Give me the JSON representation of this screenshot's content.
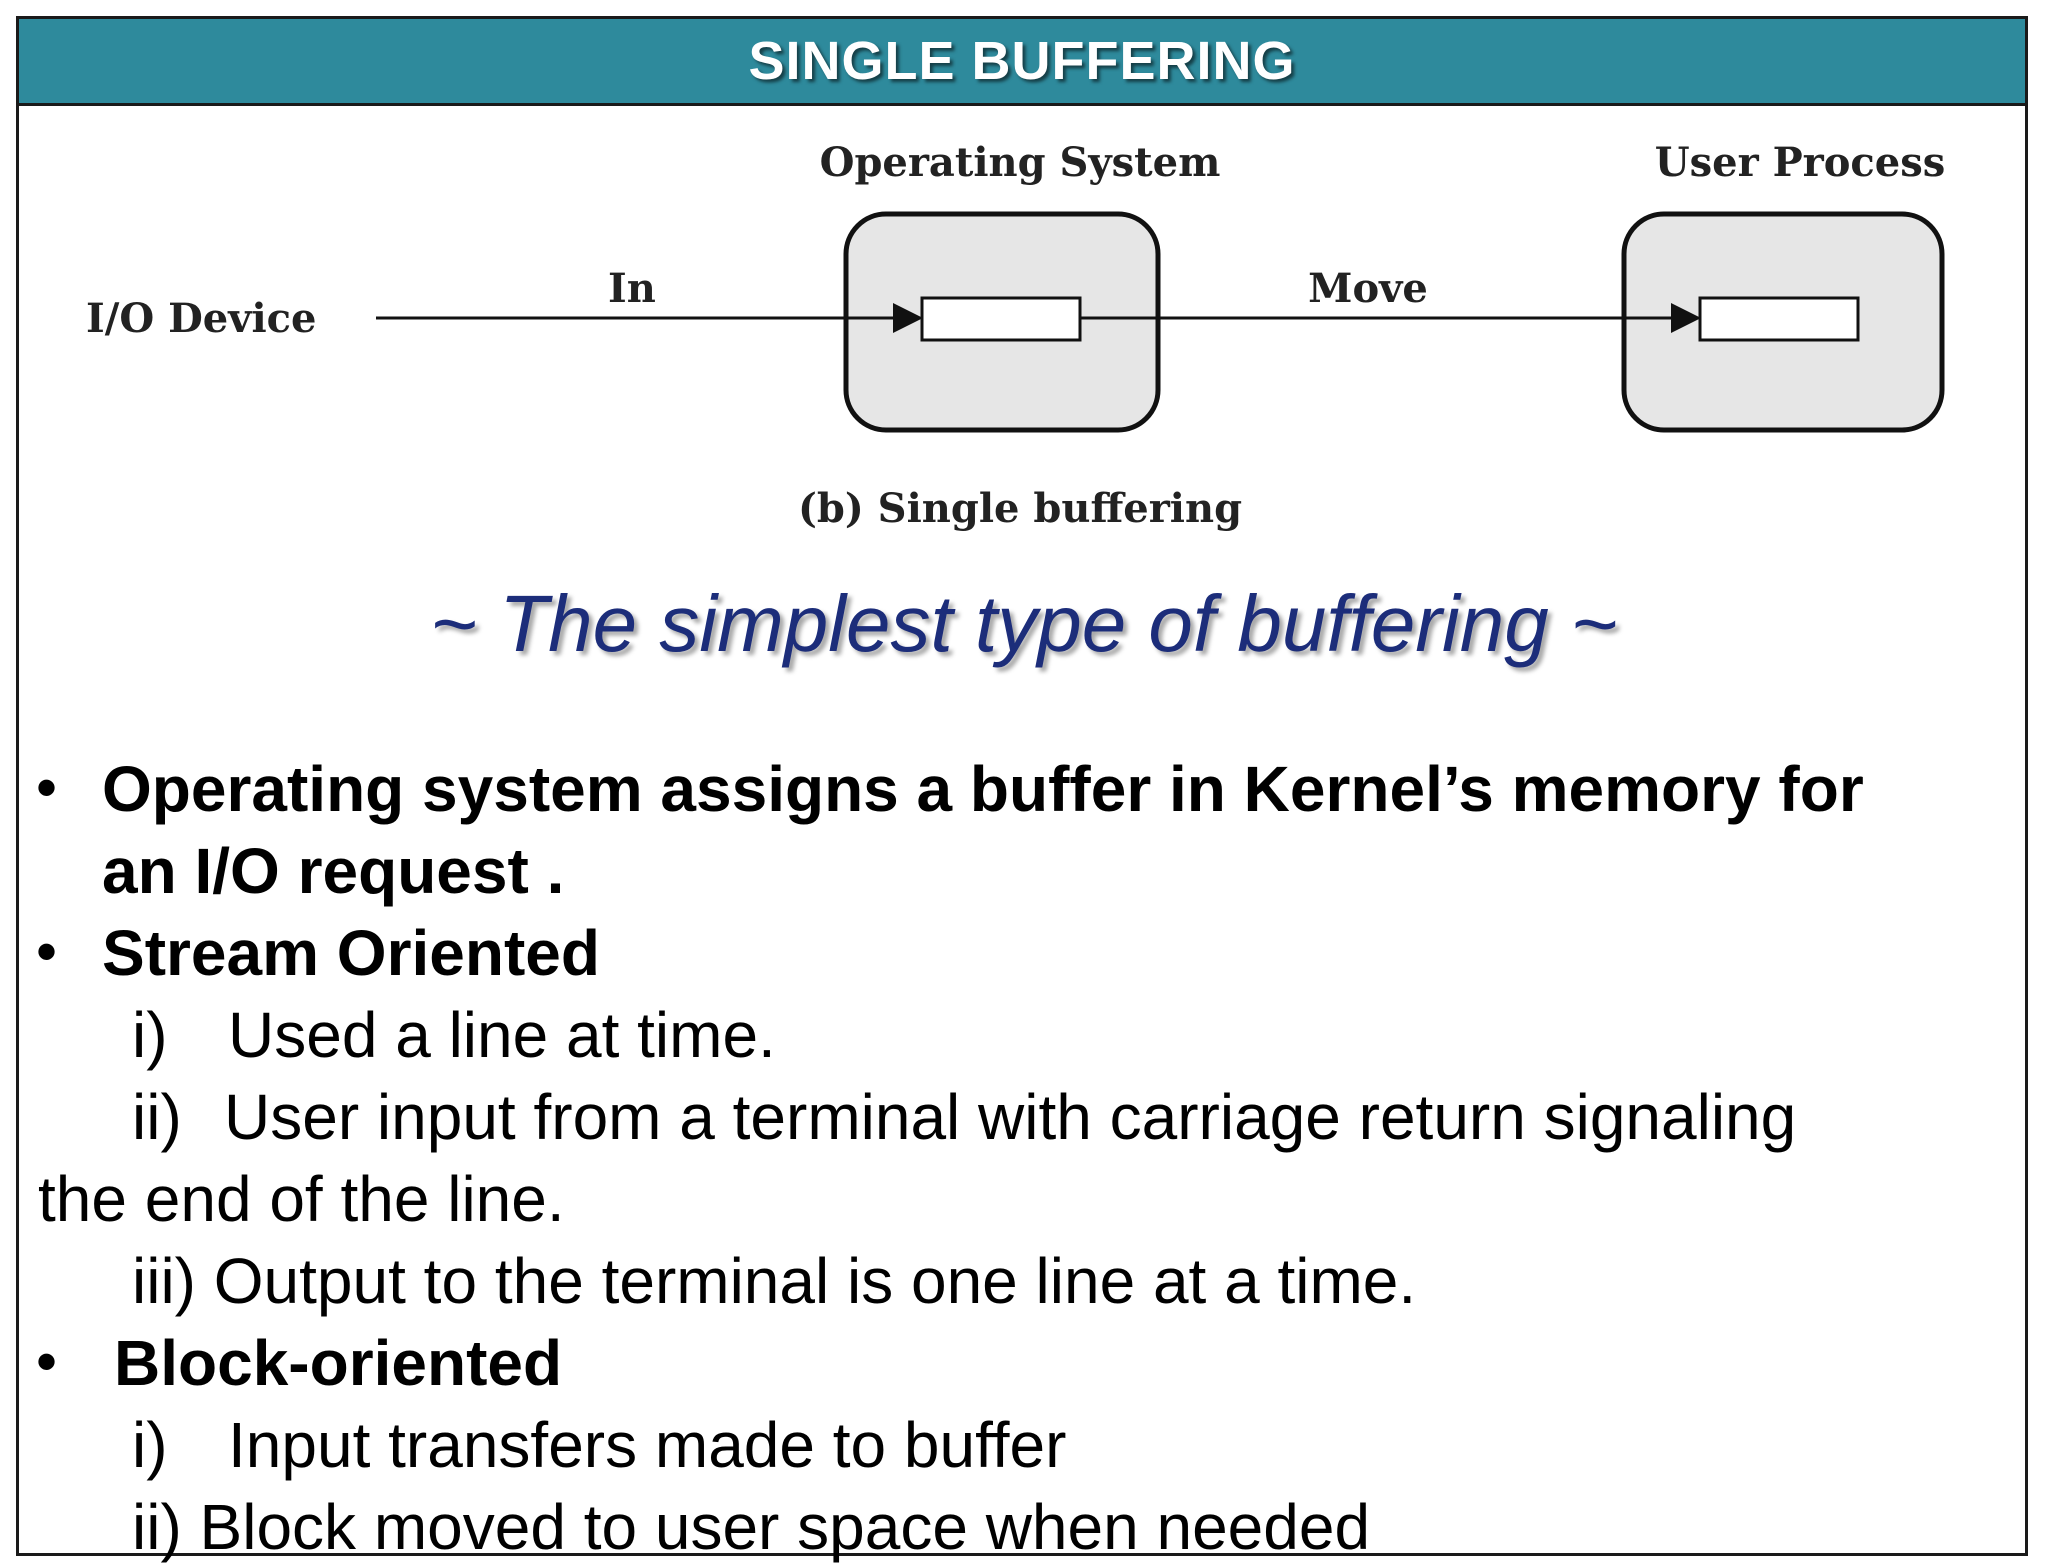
{
  "title": "SINGLE BUFFERING",
  "diagram": {
    "os_label": "Operating System",
    "user_label": "User Process",
    "device_label": "I/O Device",
    "in_label": "In",
    "move_label": "Move",
    "caption": "(b) Single buffering"
  },
  "tagline": "~ The simplest type of buffering ~",
  "bullets": {
    "b1_line1": "Operating system assigns a buffer in Kernel’s memory for",
    "b1_line2": "an I/O request .",
    "b2_title": "Stream Oriented",
    "s1_num": "i)",
    "s1_text": "Used a line at time.",
    "s2_num": "ii)",
    "s2_text": "User input from a terminal with carriage return signaling",
    "s2_cont": "the end of the line.",
    "s3": "iii) Output to the terminal is one line at a time.",
    "b3_title": "Block-oriented",
    "t1_num": "i)",
    "t1_text": "Input transfers made to buffer",
    "t2": "ii)  Block moved to user space when needed"
  },
  "colors": {
    "title_bar": "#2e8a9c",
    "tagline": "#1c2d7a"
  }
}
